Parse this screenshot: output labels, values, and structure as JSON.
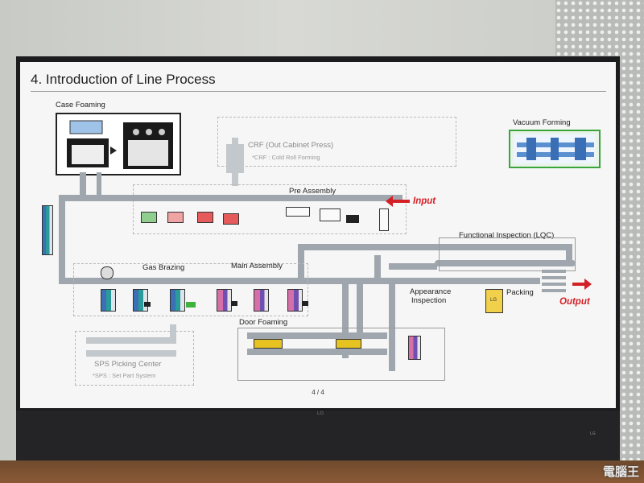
{
  "slide": {
    "title": "4. Introduction of Line Process",
    "page": "4 / 4"
  },
  "stages": {
    "case_foaming": "Case Foaming",
    "crf": "CRF (Out Cabinet Press)",
    "crf_note": "*CRF : Cold Roll Forming",
    "vacuum_forming": "Vacuum Forming",
    "pre_assembly": "Pre Assembly",
    "input": "Input",
    "functional_inspection": "Functional Inspection (LQC)",
    "gas_brazing": "Gas Brazing",
    "main_assembly": "Main Assembly",
    "appearance_line1": "Appearance",
    "appearance_line2": "Inspection",
    "packing": "Packing",
    "output": "Output",
    "door_foaming": "Door Foaming",
    "sps": "SPS Picking Center",
    "sps_note": "*SPS : Set Part System"
  },
  "colors": {
    "belt": "#9fa6ad",
    "flow_arrow": "#d41f26",
    "vacuum_border": "#3aa53a"
  },
  "tv": {
    "brand": "LG"
  }
}
